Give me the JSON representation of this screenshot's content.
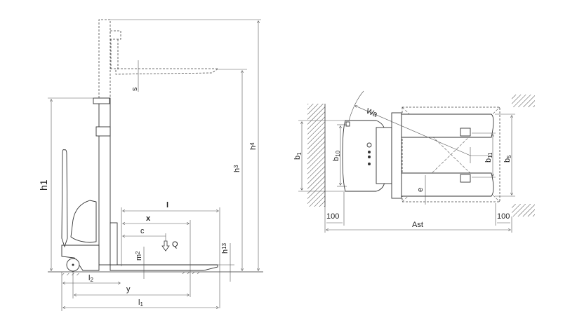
{
  "side_view": {
    "h1": {
      "base": "h1",
      "sub": ""
    },
    "h3": {
      "base": "h",
      "sub": "3"
    },
    "h4": {
      "base": "h",
      "sub": "4"
    },
    "s": {
      "base": "s",
      "sub": ""
    },
    "l": {
      "base": "l",
      "sub": ""
    },
    "x": {
      "base": "x",
      "sub": ""
    },
    "c": {
      "base": "c",
      "sub": ""
    },
    "Q": {
      "base": "Q",
      "sub": ""
    },
    "m2": {
      "base": "m",
      "sub": "2"
    },
    "h13": {
      "base": "h",
      "sub": "13"
    },
    "l2": {
      "base": "l",
      "sub": "2"
    },
    "y": {
      "base": "y",
      "sub": ""
    },
    "l1": {
      "base": "l",
      "sub": "1"
    }
  },
  "top_view": {
    "Wa": {
      "base": "Wa",
      "sub": ""
    },
    "b1": {
      "base": "b",
      "sub": "1"
    },
    "b10": {
      "base": "b",
      "sub": "10"
    },
    "b11": {
      "base": "b",
      "sub": "11"
    },
    "b5": {
      "base": "b",
      "sub": "5"
    },
    "e": {
      "base": "e",
      "sub": ""
    },
    "clearance_left": "100",
    "clearance_right": "100",
    "Ast": {
      "base": "Ast",
      "sub": ""
    }
  }
}
